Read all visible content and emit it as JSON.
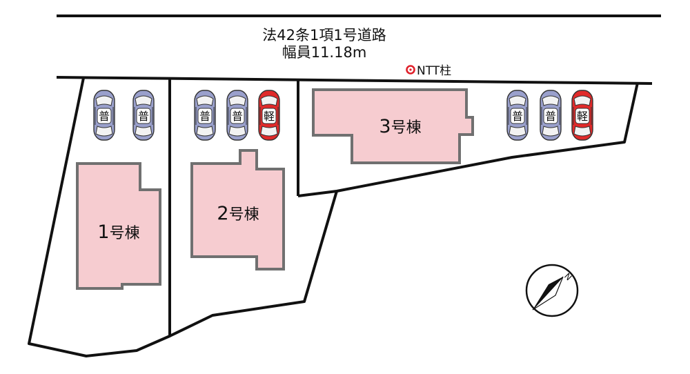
{
  "road": {
    "line1": "法42条1項1号道路",
    "line2": "幅員11.18m"
  },
  "utility_pole": {
    "label": "NTT柱",
    "marker_color": "#e0202a"
  },
  "buildings": [
    {
      "id": "b1",
      "number": "1",
      "suffix": "号棟"
    },
    {
      "id": "b2",
      "number": "2",
      "suffix": "号棟"
    },
    {
      "id": "b3",
      "number": "3",
      "suffix": "号棟"
    }
  ],
  "parking": {
    "regular_label": "普",
    "light_label": "軽",
    "regular_color": "#9aa0cc",
    "light_color": "#e02a2a"
  },
  "compass": {
    "label": "N"
  },
  "colors": {
    "building_fill": "#f6ccd0",
    "building_stroke": "#707070",
    "lot_stroke": "#111111"
  }
}
